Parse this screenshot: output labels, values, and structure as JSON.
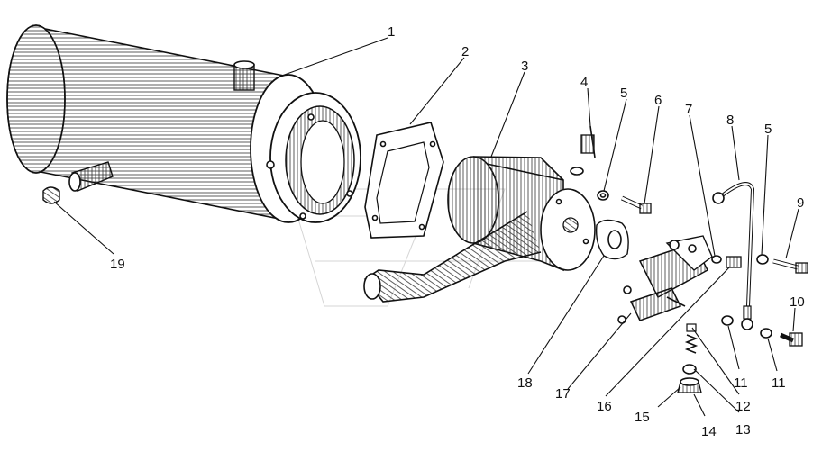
{
  "figure": {
    "labels": [
      "1",
      "2",
      "3",
      "4",
      "5",
      "6",
      "7",
      "8",
      "5",
      "9",
      "10",
      "11",
      "11",
      "12",
      "13",
      "14",
      "15",
      "16",
      "17",
      "18",
      "19"
    ]
  }
}
